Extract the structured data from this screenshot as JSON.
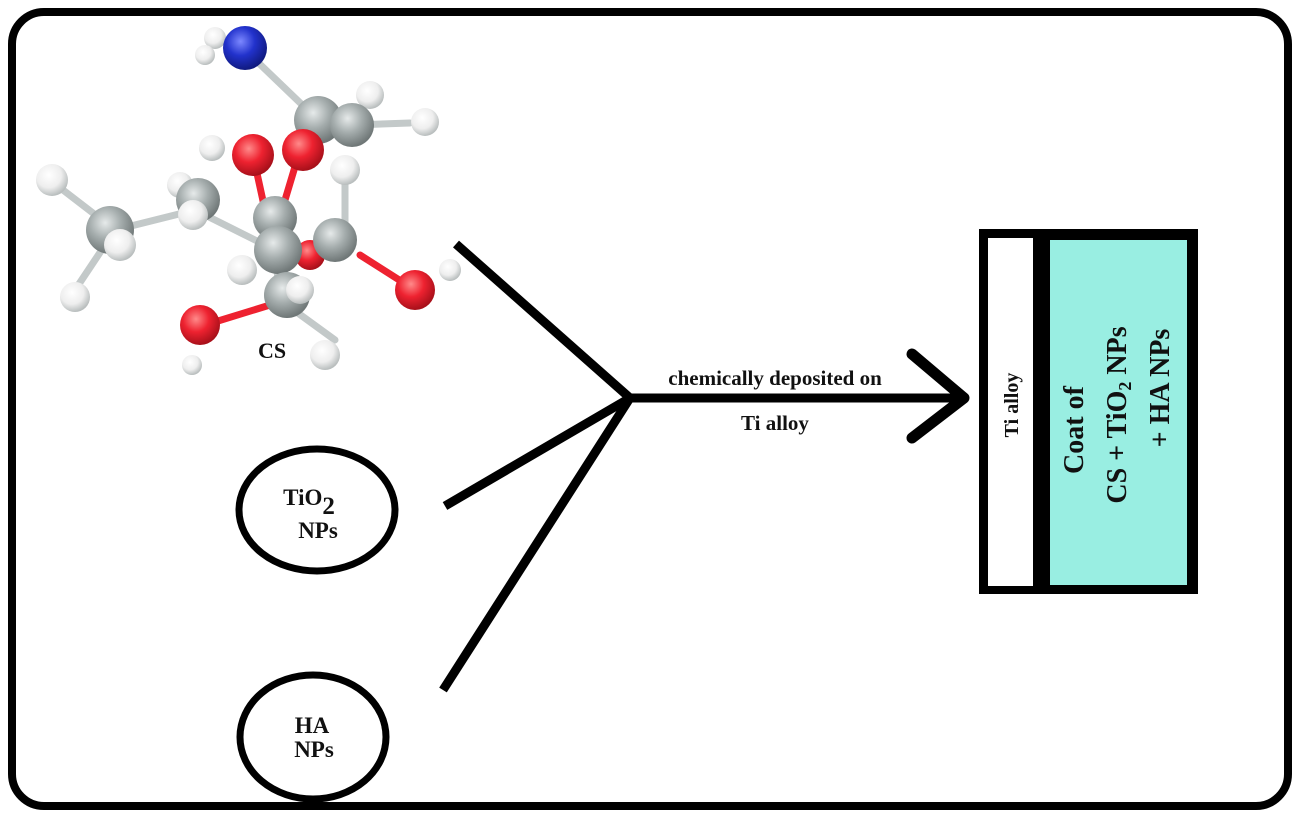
{
  "molecule": {
    "label": "CS",
    "atom_colors": {
      "carbon": "#9aa3a3",
      "oxygen": "#e8202a",
      "nitrogen": "#2030c0",
      "hydrogen": "#f2f2f2"
    }
  },
  "inputs": [
    {
      "id": "tio2",
      "line1": "TiO",
      "subscript": "2",
      "line2": "NPs"
    },
    {
      "id": "ha",
      "line1": "HA",
      "line2": "NPs"
    }
  ],
  "arrow": {
    "label_top": "chemically deposited on",
    "label_bottom": "Ti alloy"
  },
  "product": {
    "substrate_label": "Ti alloy",
    "coat_line1": "Coat of",
    "coat_line2_a": "CS + TiO",
    "coat_line2_sub": "2",
    "coat_line2_b": " NPs",
    "coat_line3": "+ HA NPs",
    "coat_color": "#99eee2",
    "substrate_color": "#ffffff"
  }
}
